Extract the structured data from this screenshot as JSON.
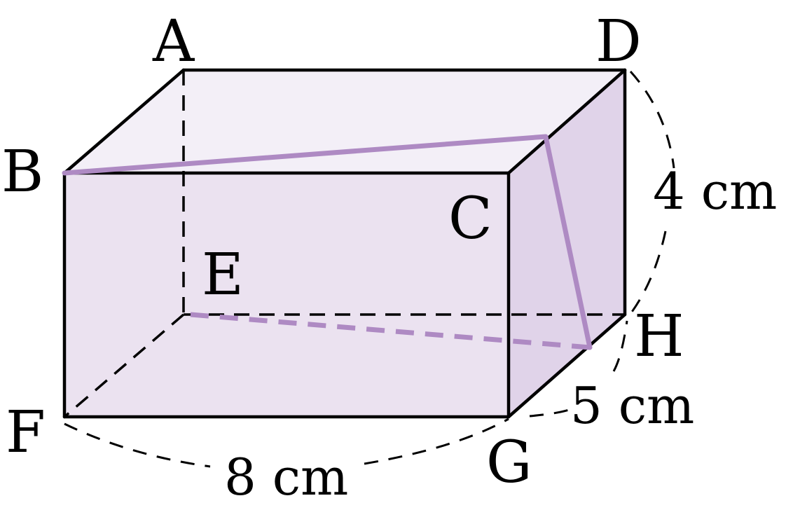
{
  "colors": {
    "front_face": "#ebe2f0",
    "side_face": "#e0d3e9",
    "top_face": "#f3eff7",
    "path": "#ae8ac3",
    "edge": "#000000"
  },
  "vertices": {
    "A": "A",
    "B": "B",
    "C": "C",
    "D": "D",
    "E": "E",
    "F": "F",
    "G": "G",
    "H": "H"
  },
  "dimensions": {
    "length": "8 cm",
    "depth": "5 cm",
    "height": "4 cm"
  }
}
